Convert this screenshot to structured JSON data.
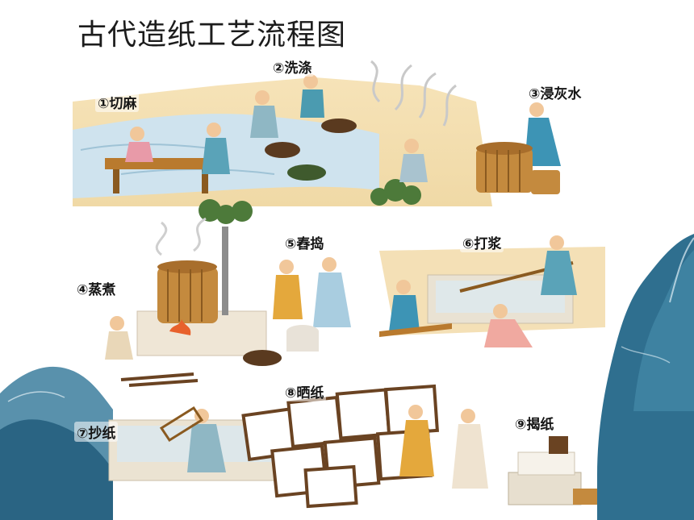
{
  "title": "古代造纸工艺流程图",
  "steps": [
    {
      "label": "①切麻"
    },
    {
      "label": "②洗涤"
    },
    {
      "label": "③浸灰水"
    },
    {
      "label": "④蒸煮"
    },
    {
      "label": "⑤舂捣"
    },
    {
      "label": "⑥打浆"
    },
    {
      "label": "⑦抄纸"
    },
    {
      "label": "⑧晒纸"
    },
    {
      "label": "⑨揭纸"
    }
  ],
  "colors": {
    "mountain_blue": "#2f6f8f",
    "wood": "#b97a2e",
    "river": "#cfe3ee"
  }
}
